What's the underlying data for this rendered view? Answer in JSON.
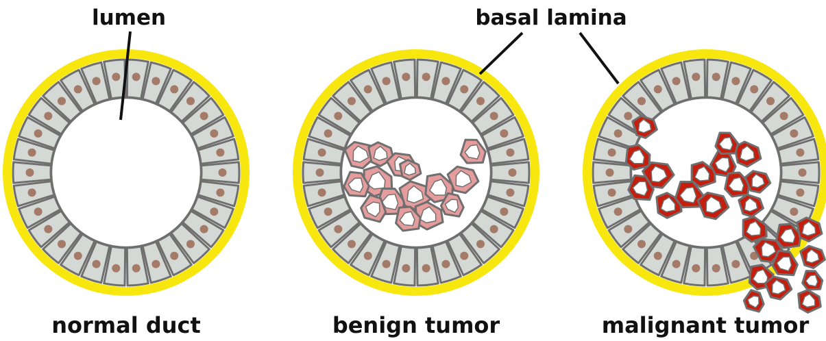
{
  "labels": {
    "lumen": "lumen",
    "basal_lamina": "basal lamina",
    "normal": "normal duct",
    "benign": "benign tumor",
    "malignant": "malignant tumor"
  },
  "colors": {
    "basal_lamina": "#f7e70f",
    "cell_fill": "#d4d9d6",
    "cell_outline": "#6f6f6f",
    "nucleus": "#a47a68",
    "benign_cell": "#e59c9c",
    "malignant_cell": "#c51e0e",
    "lumen": "#ffffff",
    "leader_line": "#111111"
  }
}
